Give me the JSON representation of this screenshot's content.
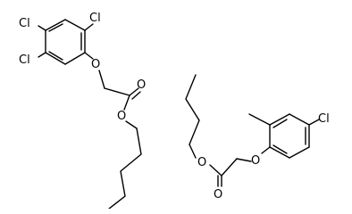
{
  "structures": [
    {
      "atoms": [
        {
          "id": "cl_top_right",
          "label": "Cl"
        },
        {
          "id": "cl_left_top",
          "label": "Cl"
        },
        {
          "id": "cl_left_bottom",
          "label": "Cl"
        },
        {
          "id": "o_ether",
          "label": "O"
        },
        {
          "id": "o_carbonyl",
          "label": "O"
        },
        {
          "id": "o_ester",
          "label": "O"
        }
      ]
    },
    {
      "atoms": [
        {
          "id": "cl_right",
          "label": "Cl"
        },
        {
          "id": "o_ether",
          "label": "O"
        },
        {
          "id": "o_ester",
          "label": "O"
        },
        {
          "id": "o_carbonyl",
          "label": "O"
        }
      ]
    }
  ],
  "colors": {
    "bond": "#000000",
    "label": "#000000",
    "background": "#ffffff"
  }
}
